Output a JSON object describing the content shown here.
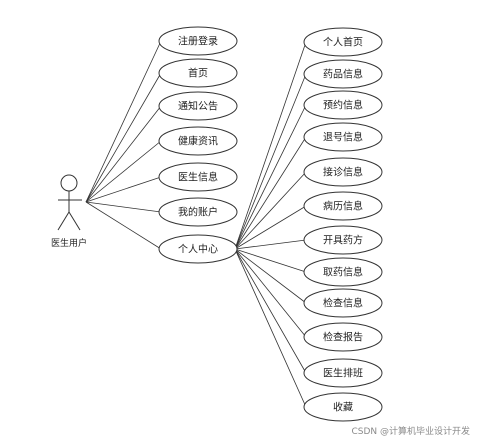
{
  "actor": {
    "label": "医生用户"
  },
  "left_use_cases": [
    "注册登录",
    "首页",
    "通知公告",
    "健康资讯",
    "医生信息",
    "我的账户",
    "个人中心"
  ],
  "right_use_cases": [
    "个人首页",
    "药品信息",
    "预约信息",
    "退号信息",
    "接诊信息",
    "病历信息",
    "开具药方",
    "取药信息",
    "检查信息",
    "检查报告",
    "医生排班",
    "收藏"
  ],
  "watermark": "CSDN @计算机毕业设计开发",
  "colors": {
    "stroke": "#333333",
    "fill": "#ffffff"
  }
}
